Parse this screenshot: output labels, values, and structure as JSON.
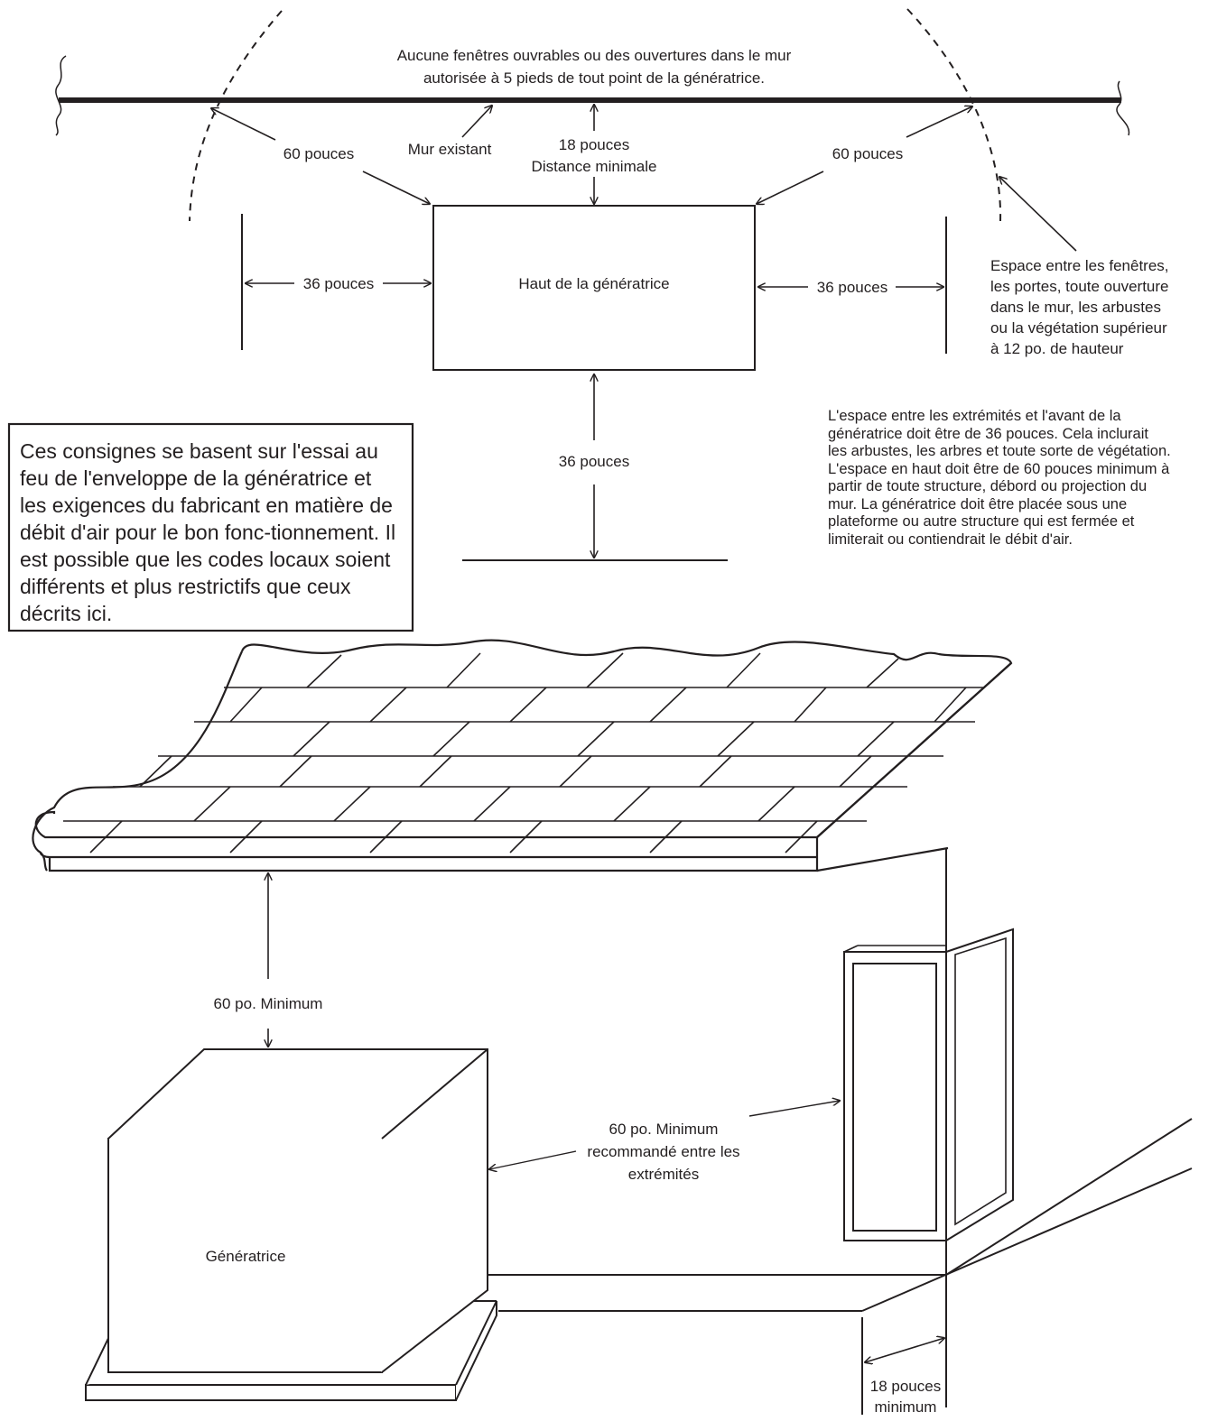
{
  "top_view": {
    "note_windows": [
      "Aucune fenêtres ouvrables ou des ouvertures dans le mur",
      "autorisée à 5 pieds de tout point de la génératrice."
    ],
    "left_60": "60 pouces",
    "right_60": "60 pouces",
    "existing_wall": "Mur existant",
    "min_18": [
      "18 pouces",
      "Distance minimale"
    ],
    "left_36": "36 pouces",
    "right_36": "36 pouces",
    "front_36": "36 pouces",
    "generator_top": "Haut de la génératrice",
    "clearance_note": [
      "Espace entre les fenêtres,",
      "les portes, toute ouverture",
      "dans le mur, les arbustes",
      "ou la végétation supérieur",
      "à 12 po. de hauteur"
    ]
  },
  "guidelines_box": "Ces consignes se basent sur l'essai au feu de l'enveloppe de la génératrice et les exigences du fabricant en matière de débit d'air pour le bon fonc-tionnement. Il est possible que les codes locaux soient différents et plus restrictifs que ceux décrits ici.",
  "info_text": "L'espace entre les extrémités et l'avant de la génératrice doit être de 36 pouces. Cela inclurait les arbustes, les arbres et toute sorte de végétation. L'espace en haut doit être de 60 pouces minimum à partir de toute structure, débord ou projection du mur. La génératrice doit être placée sous une plateforme ou autre structure qui est fermée et limiterait ou contiendrait le débit d'air.",
  "perspective_view": {
    "overhang_clearance": "60 po. Minimum",
    "window_clearance": [
      "60 po. Minimum",
      "recommandé entre les",
      "extrémités"
    ],
    "generator": "Génératrice",
    "wall_clearance": [
      "18 pouces",
      "minimum"
    ]
  }
}
